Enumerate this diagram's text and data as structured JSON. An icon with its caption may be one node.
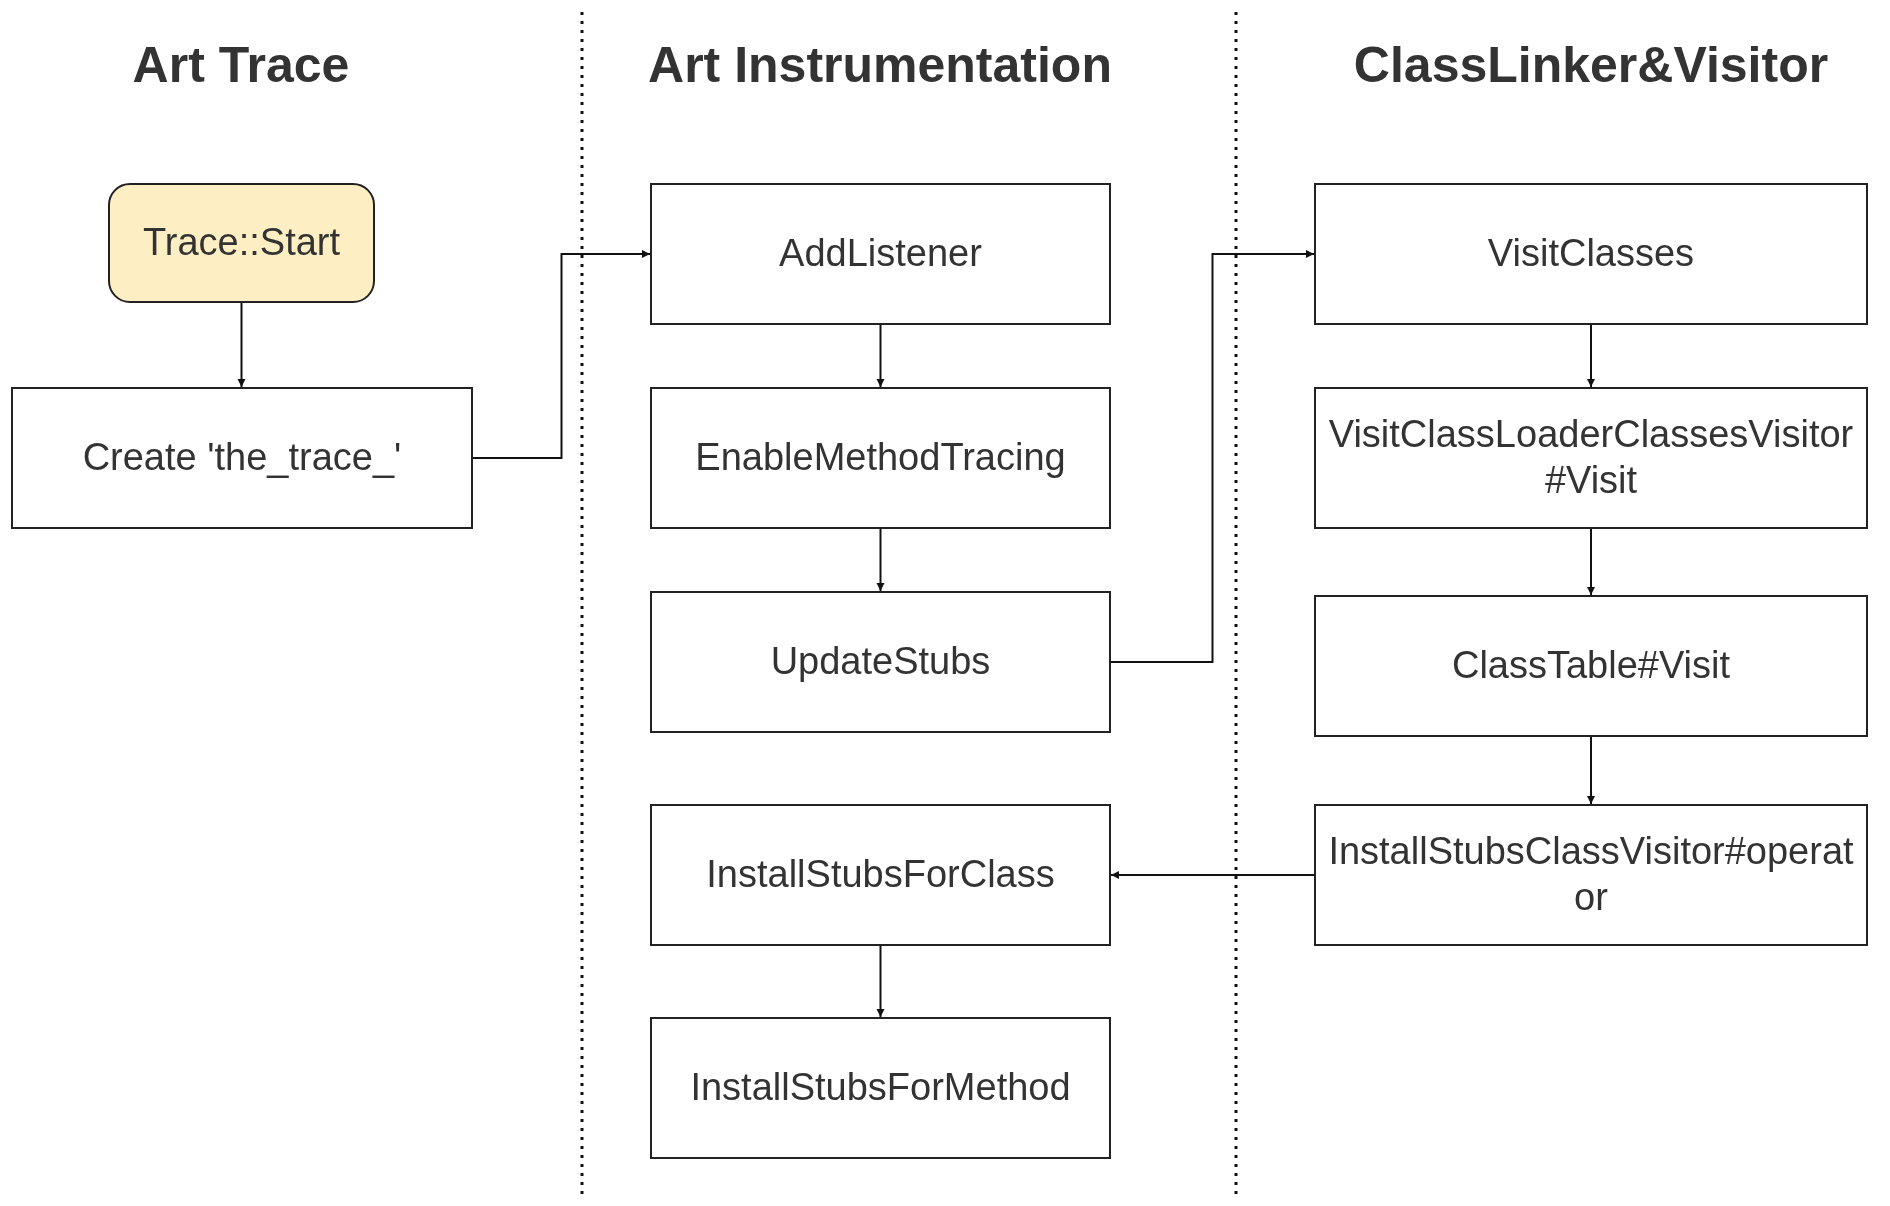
{
  "diagram": {
    "nodes": [
      {
        "text": [
          "Trace::Start"
        ]
      },
      {
        "text": [
          "Create 'the_trace_'"
        ]
      },
      {
        "text": [
          "AddListener"
        ]
      },
      {
        "text": [
          "EnableMethodTracing"
        ]
      },
      {
        "text": [
          "UpdateStubs"
        ]
      },
      {
        "text": [
          "InstallStubsForClass"
        ]
      },
      {
        "text": [
          "InstallStubsForMethod"
        ]
      },
      {
        "text": [
          "VisitClasses"
        ]
      },
      {
        "text": [
          "VisitClassLoaderClassesVisitor#Visit"
        ]
      },
      {
        "text": [
          "ClassTable#Visit"
        ]
      },
      {
        "text": [
          "InstallStubsClassVisitor#operator"
        ]
      }
    ],
    "edges": [
      {
        "from": 0,
        "to": 1,
        "arrow": "to"
      },
      {
        "from": 1,
        "to": 2,
        "arrow": "to"
      },
      {
        "from": 2,
        "to": 3,
        "arrow": "to"
      },
      {
        "from": 3,
        "to": 4,
        "arrow": "to"
      },
      {
        "from": 4,
        "to": 7,
        "arrow": "to"
      },
      {
        "from": 7,
        "to": 8,
        "arrow": "to"
      },
      {
        "from": 8,
        "to": 9,
        "arrow": "to"
      },
      {
        "from": 9,
        "to": 10,
        "arrow": "to"
      },
      {
        "from": 10,
        "to": 5,
        "arrow": "to"
      },
      {
        "from": 5,
        "to": 6,
        "arrow": "to"
      }
    ],
    "labels": [
      "Art Trace",
      "Art Instrumentation",
      "ClassLinker&Visitor"
    ]
  }
}
